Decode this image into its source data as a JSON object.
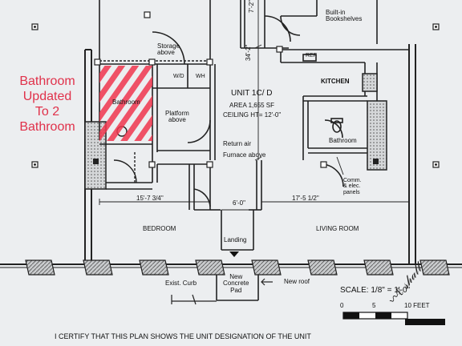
{
  "annotation": {
    "lines": [
      "Bathroom",
      "Updated",
      "To 2",
      "Bathroom"
    ],
    "color": "#e0314a"
  },
  "rooms": {
    "storage": [
      "Storage",
      "above"
    ],
    "wd": "W/D",
    "wh": "WH",
    "bathroom_left": "Bathroom",
    "platform": [
      "Platform",
      "above"
    ],
    "unit_title": "UNIT 1C/ D",
    "area": "AREA  1,655 SF",
    "ceiling": "CEILING  HT= 12'-0\"",
    "return_air": "Return air",
    "furnace": "Furnace above",
    "kitchen": "KITCHEN",
    "ref": "REF",
    "builtin": [
      "Built-in",
      "Bookshelves"
    ],
    "bathroom_right": "Bathroom",
    "comm": [
      "Comm.",
      "& elec.",
      "panels"
    ],
    "bedroom": "BEDROOM",
    "living": "LIVING ROOM",
    "landing": "Landing",
    "new_concrete": [
      "New",
      "Concrete",
      "Pad"
    ],
    "exist_curb": "Exist. Curb",
    "new_roof": "New roof"
  },
  "dimensions": {
    "d_34_2": "34'-2\"",
    "d_7_2": "7'-2\"",
    "d_15_7": "15'-7 3/4\"",
    "d_6_0": "6'-0\"",
    "d_17_5": "17'-5 1/2\""
  },
  "scale": {
    "label": "SCALE: 1/8\" = 1'-0\"",
    "ticks": [
      "0",
      "5",
      "10 FEET"
    ]
  },
  "certify": "I CERTIFY THAT THIS PLAN SHOWS THE UNIT DESIGNATION OF THE UNIT",
  "signature": "signature"
}
